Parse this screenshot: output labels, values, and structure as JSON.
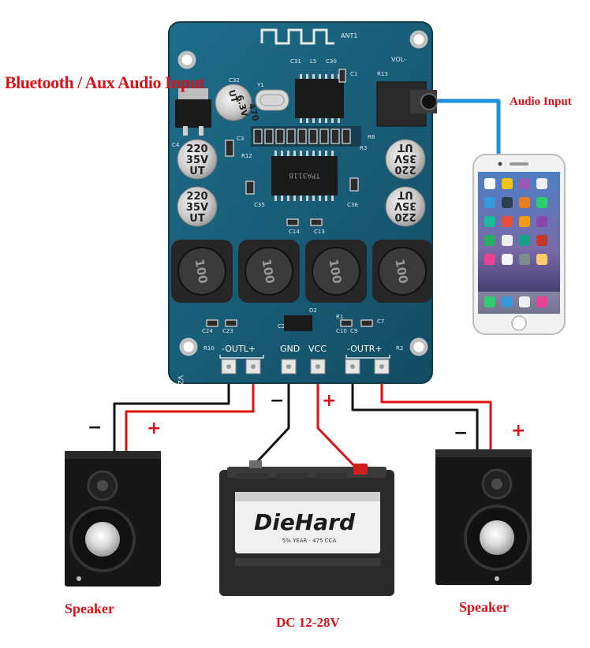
{
  "title": "Bluetooth / Aux Audio Input",
  "audio_input_label": "Audio Input",
  "board": {
    "antenna_label": "ANT1",
    "vol_label": "VOL-",
    "version_label": "V2",
    "chip_label": "TPA3118",
    "cap_small": {
      "text": [
        "470",
        "6.3V",
        "UT"
      ]
    },
    "caps": [
      {
        "text": [
          "220",
          "35V",
          "UT"
        ]
      },
      {
        "text": [
          "220",
          "35V",
          "UT"
        ]
      },
      {
        "text": [
          "220",
          "35V",
          "UT"
        ]
      },
      {
        "text": [
          "220",
          "35V",
          "UT"
        ]
      }
    ],
    "inductors": [
      "100",
      "100",
      "100",
      "100"
    ],
    "terminals": {
      "outl": "-OUTL+",
      "gnd": "GND",
      "vcc": "VCC",
      "outr": "-OUTR+"
    },
    "silkscreen": [
      "C31",
      "L5",
      "C30",
      "C32",
      "C4",
      "Y1",
      "R13",
      "C1",
      "C3",
      "R12",
      "C14",
      "C35",
      "C36",
      "C13",
      "C24",
      "C23",
      "C20",
      "D2",
      "C10",
      "C9",
      "C7",
      "R10",
      "R1",
      "R2",
      "R3",
      "R8"
    ]
  },
  "battery": {
    "brand": "DieHard",
    "small_text": "5% YEAR · 475 CCA"
  },
  "colors": {
    "board": "#1a5f7a",
    "wire_red": "#e01010",
    "wire_black": "#111111",
    "cable_blue": "#1e90e0",
    "label_red": "#d8141b"
  },
  "signs": {
    "minus": "−",
    "plus": "+"
  },
  "speaker_label": "Speaker",
  "dc_label": "DC 12-28V"
}
